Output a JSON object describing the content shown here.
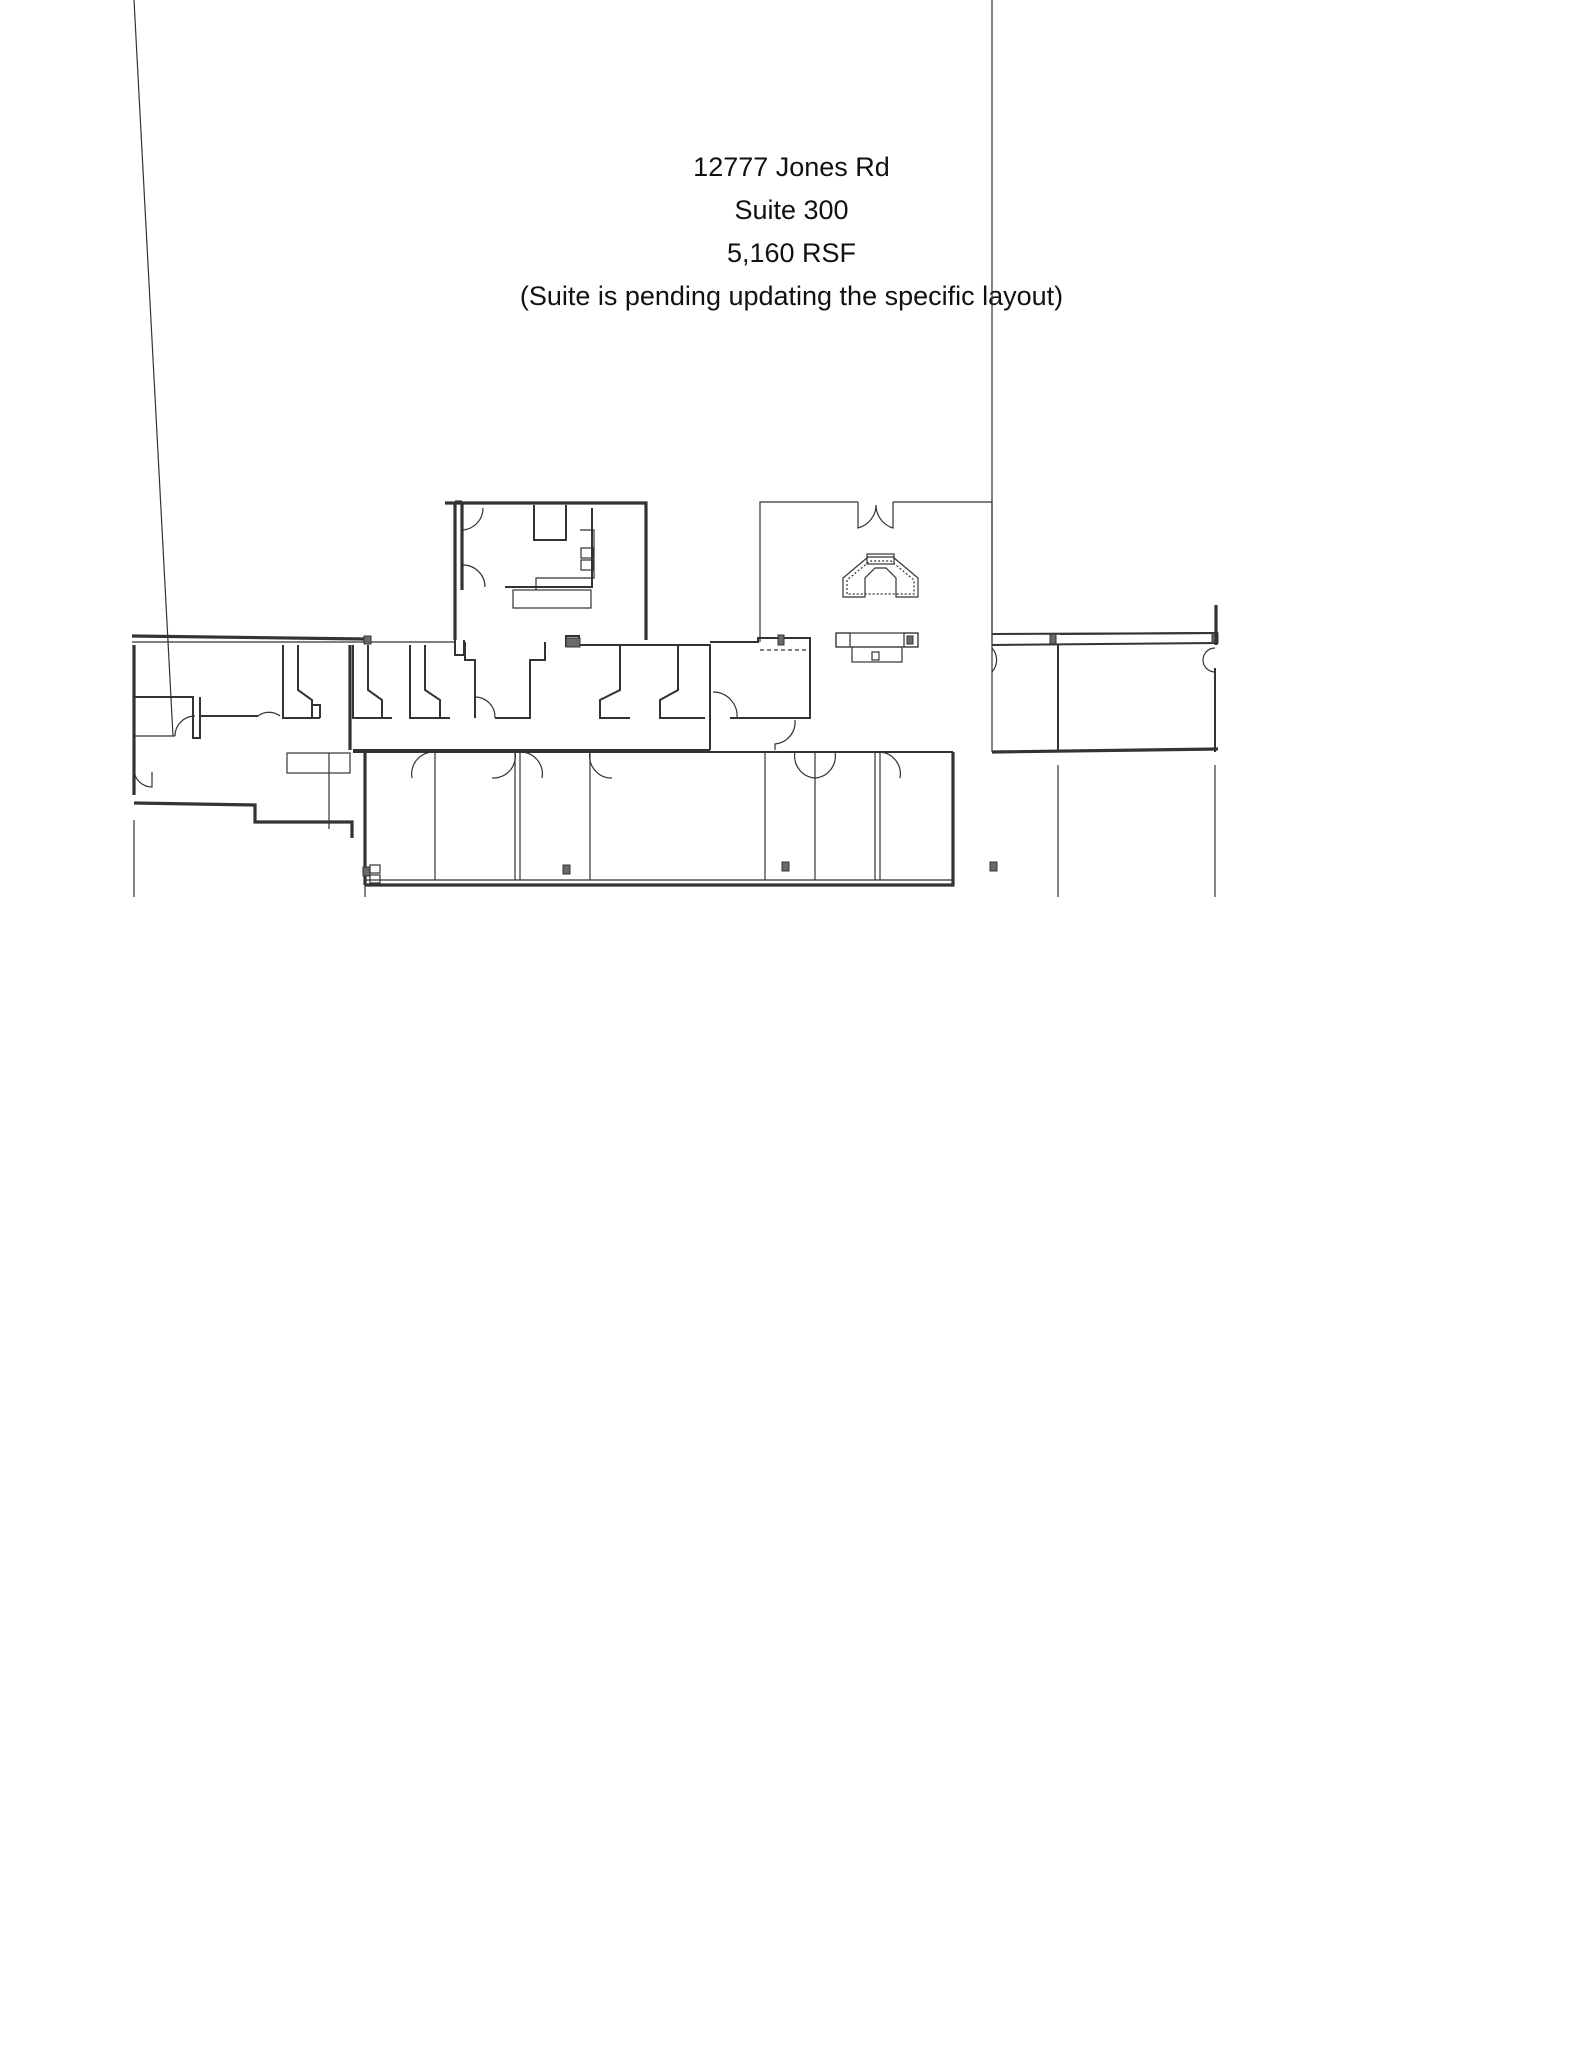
{
  "document": {
    "title_lines": [
      "12777 Jones Rd",
      "Suite 300",
      "5,160 RSF",
      "(Suite is pending updating the specific layout)"
    ]
  },
  "floor_plan": {
    "description": "Office suite floor plan drawing",
    "areas": [
      "break room / kitchen",
      "reception lobby with curved desk",
      "private offices along corridor",
      "perimeter offices",
      "adjacent suite rooms"
    ]
  }
}
